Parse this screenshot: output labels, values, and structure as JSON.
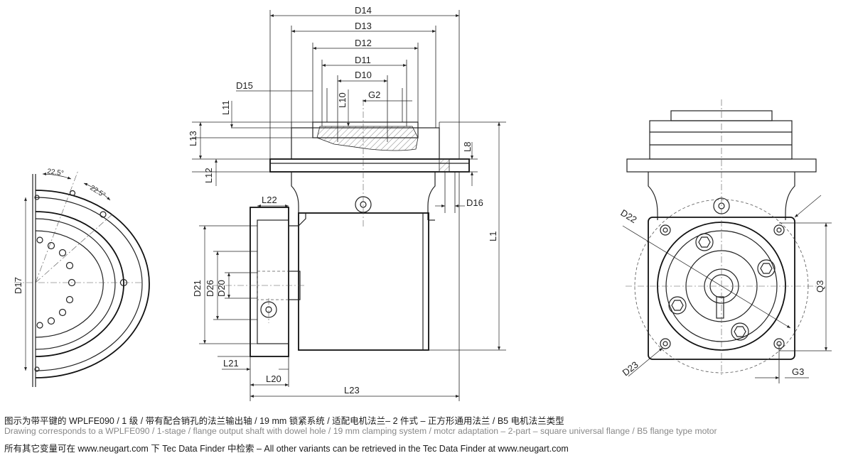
{
  "side_view": {
    "angles": [
      "22.5°",
      "22.5°"
    ],
    "dim": [
      "D17"
    ]
  },
  "front_view": {
    "dims_top": [
      "D14",
      "D13",
      "D12",
      "D11",
      "D10",
      "D15",
      "G2"
    ],
    "dims_left": [
      "L11",
      "L10",
      "L13",
      "L12",
      "L22",
      "D21",
      "D26",
      "D20",
      "L21",
      "L20"
    ],
    "dims_right": [
      "L8",
      "D16",
      "L1"
    ],
    "dims_bottom": [
      "L23"
    ]
  },
  "end_view": {
    "dims": [
      "D22",
      "D23",
      "Q3",
      "G3"
    ]
  },
  "caption": {
    "chinese": "图示为带平键的 WPLFE090 / 1 级 / 带有配合销孔的法兰输出轴 / 19 mm 锁紧系统 / 适配电机法兰– 2 件式 – 正方形通用法兰 / B5 电机法兰类型",
    "english": "Drawing corresponds to a WPLFE090 / 1-stage / flange output shaft with dowel hole / 19 mm clamping system / motcr adaptation – 2-part – square universal flange / B5 flange type motor",
    "more": "所有其它变量可在  www.neugart.com 下  Tec Data Finder  中检索 – All other variants can be retrieved in the Tec Data Finder at www.neugart.com"
  },
  "colors": {
    "line": "#222222",
    "english_caption": "#888888"
  }
}
